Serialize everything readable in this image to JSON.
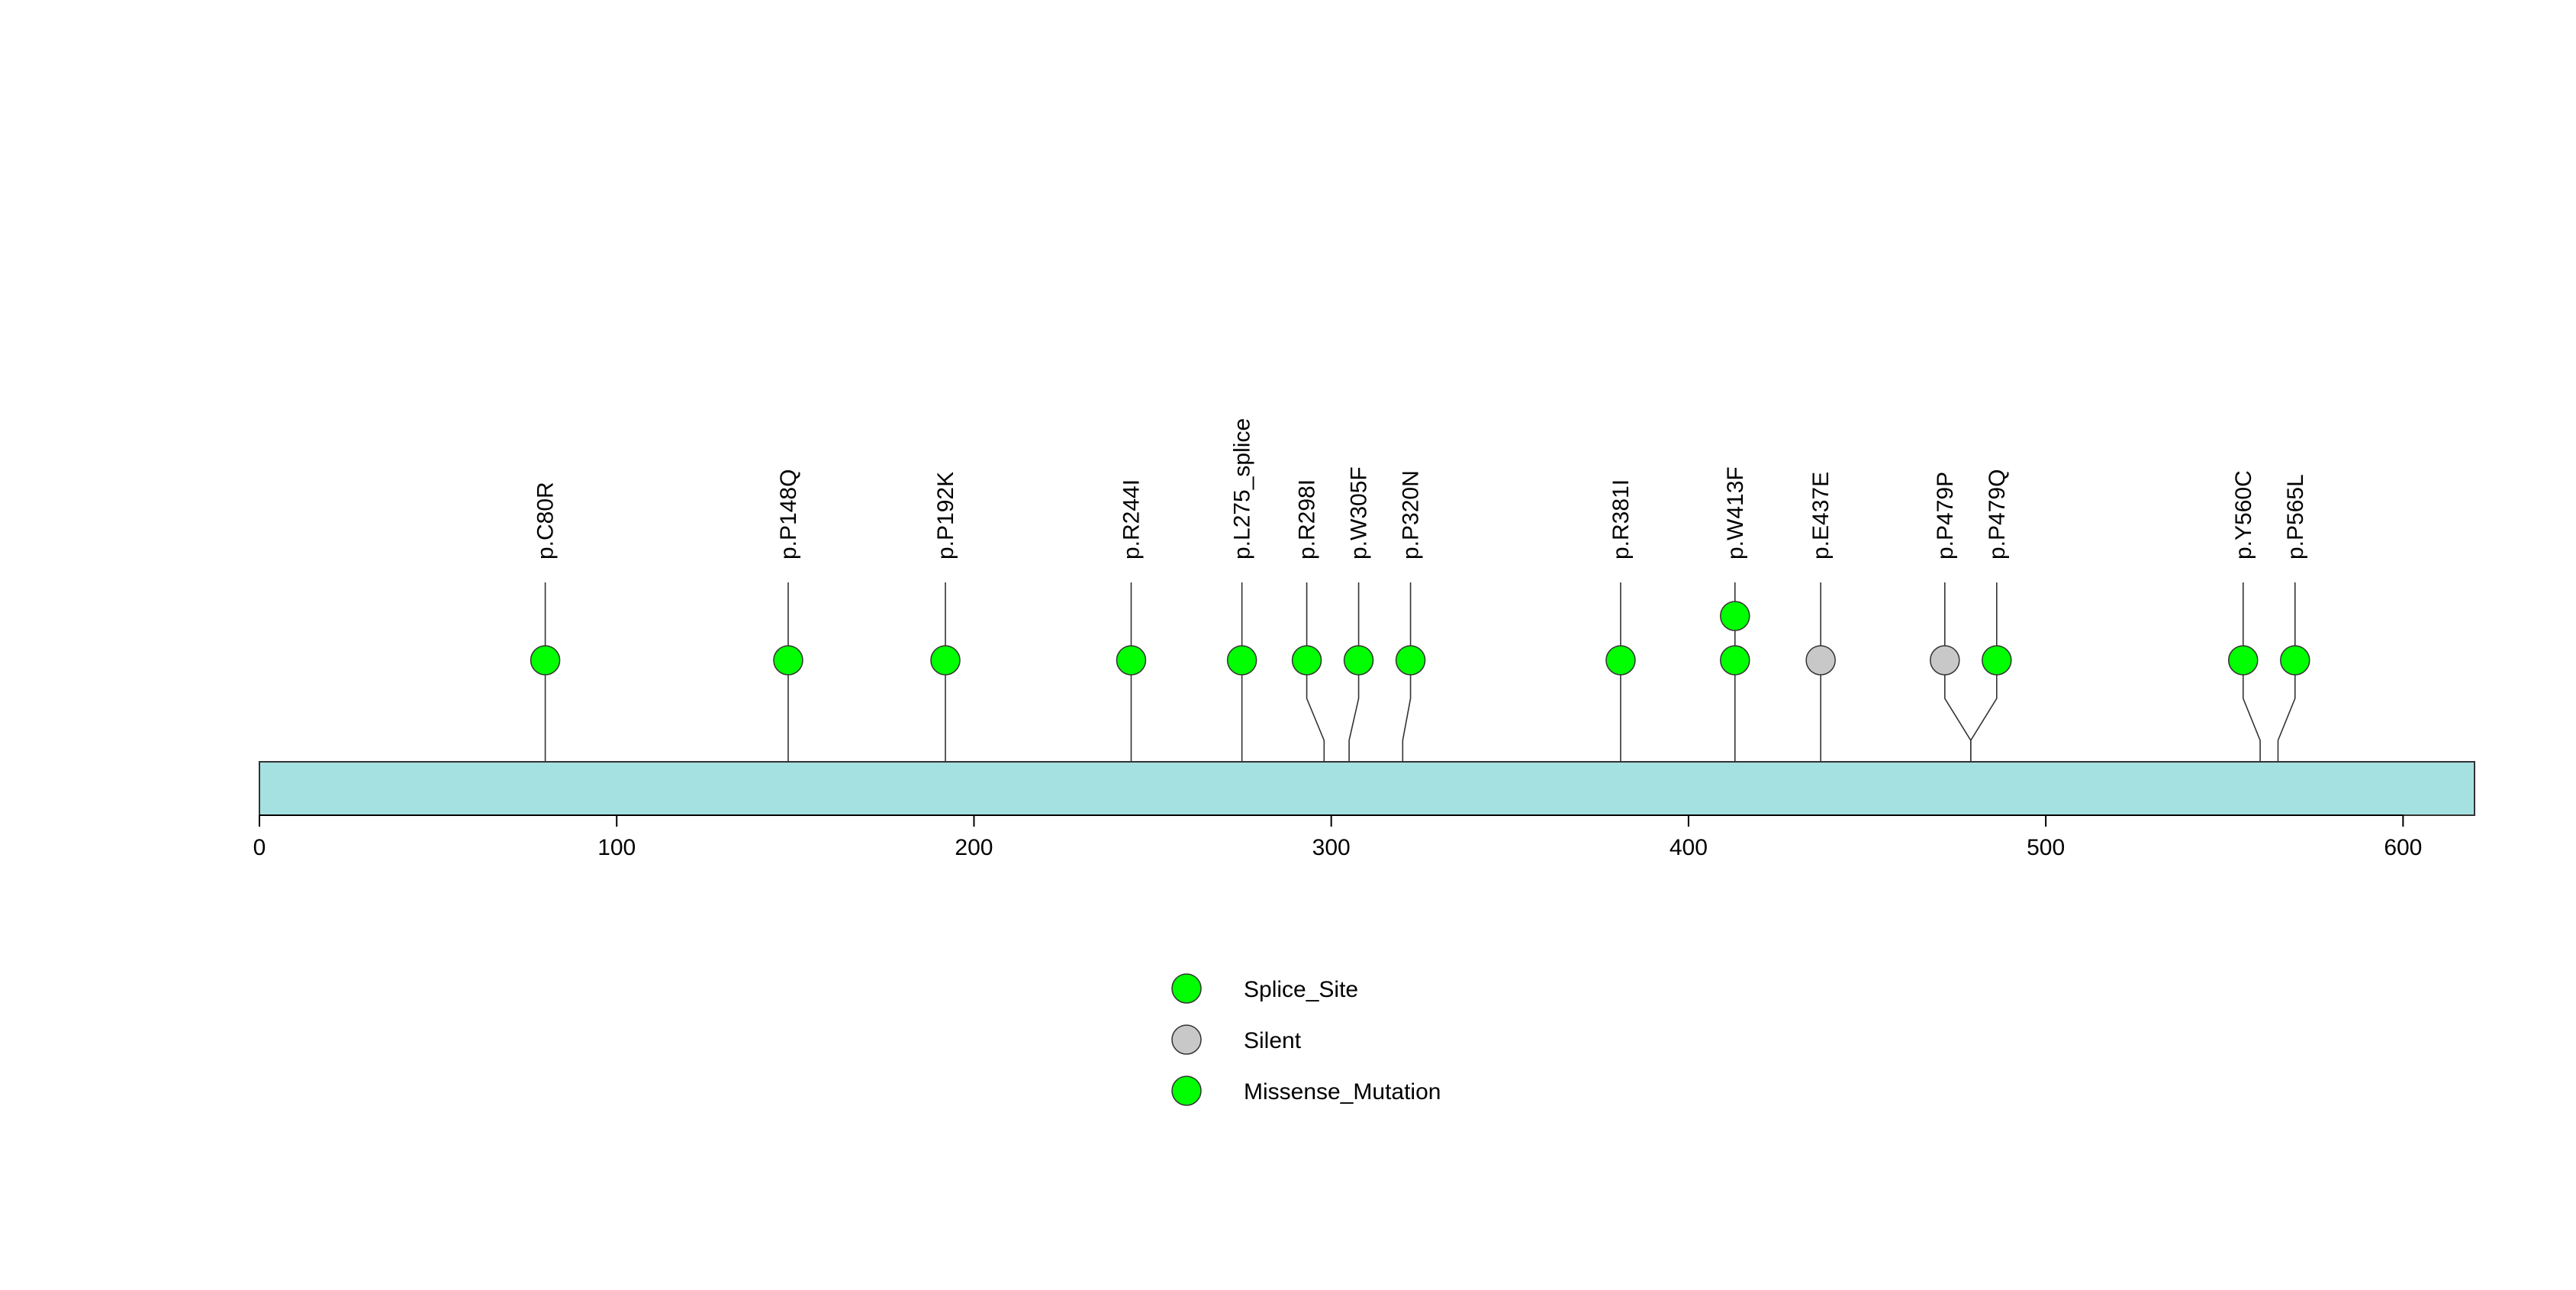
{
  "chart_data": {
    "type": "lollipop",
    "title": "",
    "xlabel": "",
    "ylabel": "",
    "protein_length": 620,
    "xlim": [
      0,
      620
    ],
    "x_ticks": [
      {
        "value": 0,
        "label": "0"
      },
      {
        "value": 100,
        "label": "100"
      },
      {
        "value": 200,
        "label": "200"
      },
      {
        "value": 300,
        "label": "300"
      },
      {
        "value": 400,
        "label": "400"
      },
      {
        "value": 500,
        "label": "500"
      },
      {
        "value": 600,
        "label": "600"
      }
    ],
    "mutations": [
      {
        "position": 80,
        "label": "p.C80R",
        "class": "Missense_Mutation",
        "count": 1
      },
      {
        "position": 148,
        "label": "p.P148Q",
        "class": "Missense_Mutation",
        "count": 1
      },
      {
        "position": 192,
        "label": "p.P192K",
        "class": "Missense_Mutation",
        "count": 1
      },
      {
        "position": 244,
        "label": "p.R244I",
        "class": "Missense_Mutation",
        "count": 1
      },
      {
        "position": 275,
        "label": "p.L275_splice",
        "class": "Splice_Site",
        "count": 1
      },
      {
        "position": 298,
        "label": "p.R298I",
        "class": "Missense_Mutation",
        "count": 1
      },
      {
        "position": 305,
        "label": "p.W305F",
        "class": "Missense_Mutation",
        "count": 1
      },
      {
        "position": 320,
        "label": "p.P320N",
        "class": "Missense_Mutation",
        "count": 1
      },
      {
        "position": 381,
        "label": "p.R381I",
        "class": "Missense_Mutation",
        "count": 1
      },
      {
        "position": 413,
        "label": "p.W413F",
        "class": "Missense_Mutation",
        "count": 2
      },
      {
        "position": 437,
        "label": "p.E437E",
        "class": "Silent",
        "count": 1
      },
      {
        "position": 479,
        "label": "p.P479P",
        "class": "Silent",
        "count": 1
      },
      {
        "position": 479,
        "label": "p.P479Q",
        "class": "Missense_Mutation",
        "count": 1
      },
      {
        "position": 560,
        "label": "p.Y560C",
        "class": "Missense_Mutation",
        "count": 1
      },
      {
        "position": 565,
        "label": "p.P565L",
        "class": "Missense_Mutation",
        "count": 1
      }
    ],
    "legend": {
      "placement": "bottom-center",
      "entries": [
        {
          "name": "Splice_Site",
          "color": "#00ff00"
        },
        {
          "name": "Silent",
          "color": "#c8c8c8"
        },
        {
          "name": "Missense_Mutation",
          "color": "#00ff00"
        }
      ]
    },
    "colors": {
      "protein_bar": "#a6e1e1",
      "Splice_Site": "#00ff00",
      "Silent": "#c8c8c8",
      "Missense_Mutation": "#00ff00",
      "stroke": "#333333"
    }
  }
}
